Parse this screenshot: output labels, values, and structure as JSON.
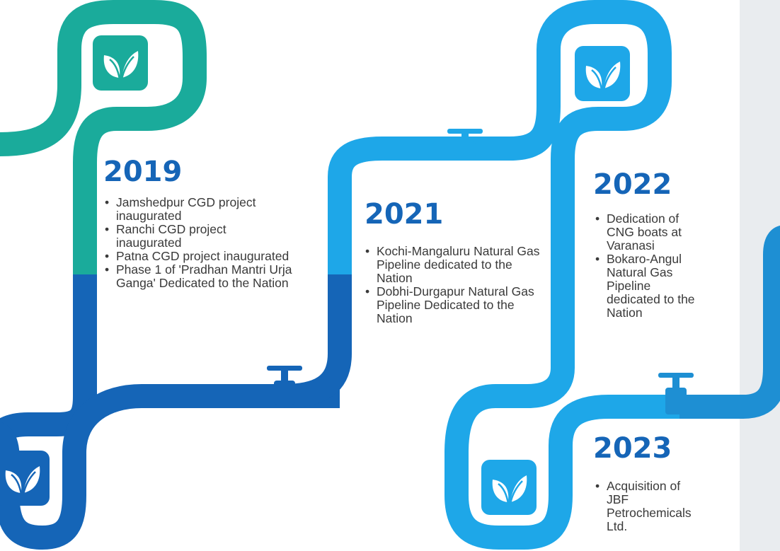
{
  "colors": {
    "teal": "#1aab9b",
    "light_blue": "#1ea7e8",
    "dark_blue": "#1565b7",
    "text": "#3a3a3a",
    "panel": "#e9ecef"
  },
  "icons": {
    "leaf": "leaf-icon",
    "valve": "valve-icon"
  },
  "milestones": [
    {
      "year": "2019",
      "items": [
        "Jamshedpur CGD project inaugurated",
        "Ranchi CGD project inaugurated",
        "Patna CGD project inaugurated",
        "Phase 1 of 'Pradhan Mantri Urja Ganga' Dedicated to the Nation"
      ]
    },
    {
      "year": "2021",
      "items": [
        "Kochi-Mangaluru Natural Gas Pipeline dedicated to the Nation",
        "Dobhi-Durgapur Natural Gas Pipeline Dedicated to the Nation"
      ]
    },
    {
      "year": "2022",
      "items": [
        "Dedication of CNG boats at Varanasi",
        "Bokaro-Angul Natural Gas Pipeline dedicated to the Nation"
      ]
    },
    {
      "year": "2023",
      "items": [
        "Acquisition of JBF Petrochemicals Ltd."
      ]
    }
  ]
}
